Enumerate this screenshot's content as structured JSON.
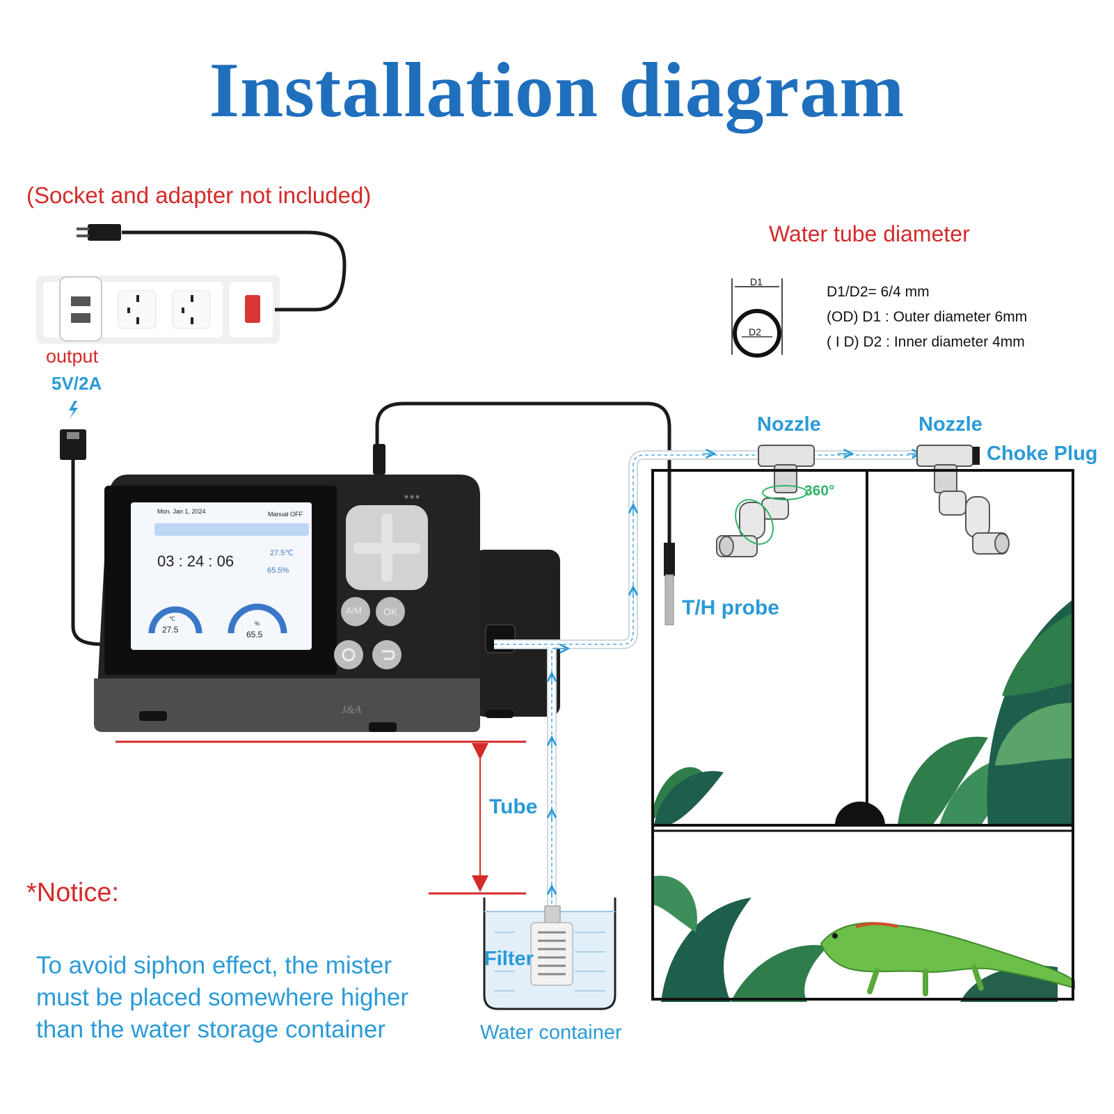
{
  "title": "Installation diagram",
  "socket_note": "(Socket and adapter not included)",
  "tube_diameter": {
    "title": "Water tube diameter",
    "d1_tag": "D1",
    "d2_tag": "D2",
    "ratio": "D1/D2= 6/4 mm",
    "outer": "(OD) D1 : Outer diameter 6mm",
    "inner": "( I D) D2 : Inner  diameter 4mm"
  },
  "power": {
    "output": "output",
    "rating": "5V/2A"
  },
  "device_screen": {
    "date": "Mon. Jan 1, 2024",
    "mode": "Manual OFF",
    "time": "03 : 24 : 06",
    "temp_reading": "27.5℃",
    "humidity_reading": "65.5%",
    "gauge_temp_unit": "℃",
    "gauge_temp": "27.5",
    "gauge_hum_unit": "%",
    "gauge_hum": "65.5"
  },
  "device_buttons": {
    "am": "A/M",
    "ok": "OK"
  },
  "brand": "J&A",
  "labels": {
    "nozzle_1": "Nozzle",
    "nozzle_2": "Nozzle",
    "choke_plug": "Choke Plug",
    "rotation": "360°",
    "probe": "T/H probe",
    "tube": "Tube",
    "filter": "Filter",
    "water_container": "Water container"
  },
  "notice": {
    "title": "*Notice:",
    "line1": "To avoid siphon effect, the mister",
    "line2": "must be placed somewhere higher",
    "line3": "than the water storage container"
  },
  "colors": {
    "title_blue": "#1f6fbd",
    "label_blue": "#2a9ad8",
    "warning_red": "#d42a2a",
    "leaf_green": "#2f7d4b",
    "gecko_green": "#6cc04a"
  }
}
